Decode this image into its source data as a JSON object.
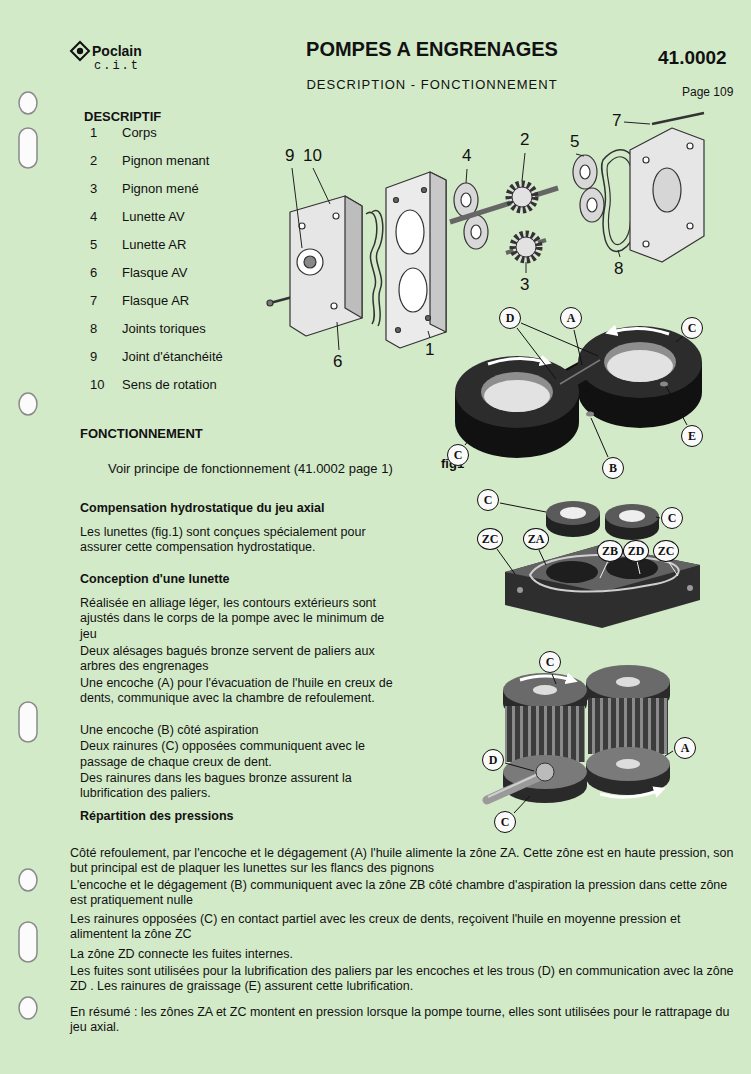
{
  "diagram": {
    "title": "POMPES A ENGRENAGES",
    "nodes": [
      {
        "text": [
          "D"
        ]
      },
      {
        "text": [
          "A"
        ]
      },
      {
        "text": [
          "C"
        ]
      },
      {
        "text": [
          "C"
        ]
      },
      {
        "text": [
          "E"
        ]
      },
      {
        "text": [
          "B"
        ]
      },
      {
        "text": [
          "C"
        ]
      },
      {
        "text": [
          "C"
        ]
      },
      {
        "text": [
          "ZC"
        ]
      },
      {
        "text": [
          "ZA"
        ]
      },
      {
        "text": [
          "ZB"
        ]
      },
      {
        "text": [
          "ZD"
        ]
      },
      {
        "text": [
          "ZC"
        ]
      },
      {
        "text": [
          "C"
        ]
      },
      {
        "text": [
          "D"
        ]
      },
      {
        "text": [
          "A"
        ]
      },
      {
        "text": [
          "C"
        ]
      }
    ],
    "labels": [
      "Poclain",
      "c.i.t",
      "41.0002",
      "DESCRIPTION - FONCTIONNEMENT",
      "Page 109",
      "DESCRIPTIF",
      "1",
      "Corps",
      "2",
      "Pignon menant",
      "3",
      "Pignon mené",
      "4",
      "Lunette AV",
      "5",
      "Lunette AR",
      "6",
      "Flasque AV",
      "7",
      "Flasque AR",
      "8",
      "Joints toriques",
      "9",
      "Joint d'étanchéité",
      "10",
      "Sens de rotation",
      "9",
      "10",
      "4",
      "2",
      "5",
      "7",
      "3",
      "8",
      "6",
      "1",
      "FONCTIONNEMENT",
      "Voir principe de fonctionnement (41.0002 page 1)",
      "fig1",
      "Compensation hydrostatique du jeu axial",
      "Les lunettes (fig.1) sont conçues spécialement pour assurer cette compensation hydrostatique.",
      "Conception d'une lunette",
      "Réalisée en alliage léger, les contours extérieurs sont ajustés dans le corps de la pompe avec le minimum de jeu",
      "Deux alésages bagués bronze servent de paliers aux arbres des engrenages",
      "Une encoche (A) pour l'évacuation de l'huile en creux de dents, communique avec la chambre de refoulement.",
      "Une encoche (B) côté aspiration",
      "Deux rainures (C) opposées communiquent avec le passage de chaque creux de dent.",
      "Des rainures dans les bagues bronze assurent la lubrification des paliers.",
      "Répartition des pressions",
      "Côté refoulement, par l'encoche et le dégagement (A) l'huile alimente la zône ZA. Cette zône est en haute pression, son but principal est de plaquer les lunettes sur les flancs des pignons",
      "L'encoche et le dégagement (B) communiquent avec la zône ZB côté chambre d'aspiration la pression dans cette zône est pratiquement nulle",
      "Les rainures opposées (C) en contact partiel avec les creux de dents, reçoivent l'huile en moyenne pression et alimentent la zône ZC",
      "La zône ZD connecte les fuites internes.",
      "Les fuites sont utilisées pour la lubrification des paliers par les encoches et les trous (D) en communication avec la zône ZD . Les rainures de graissage (E) assurent cette lubrification.",
      "En résumé : les zônes ZA et ZC montent en pression lorsque la pompe tourne, elles sont utilisées pour le rattrapage du jeu axial."
    ]
  }
}
